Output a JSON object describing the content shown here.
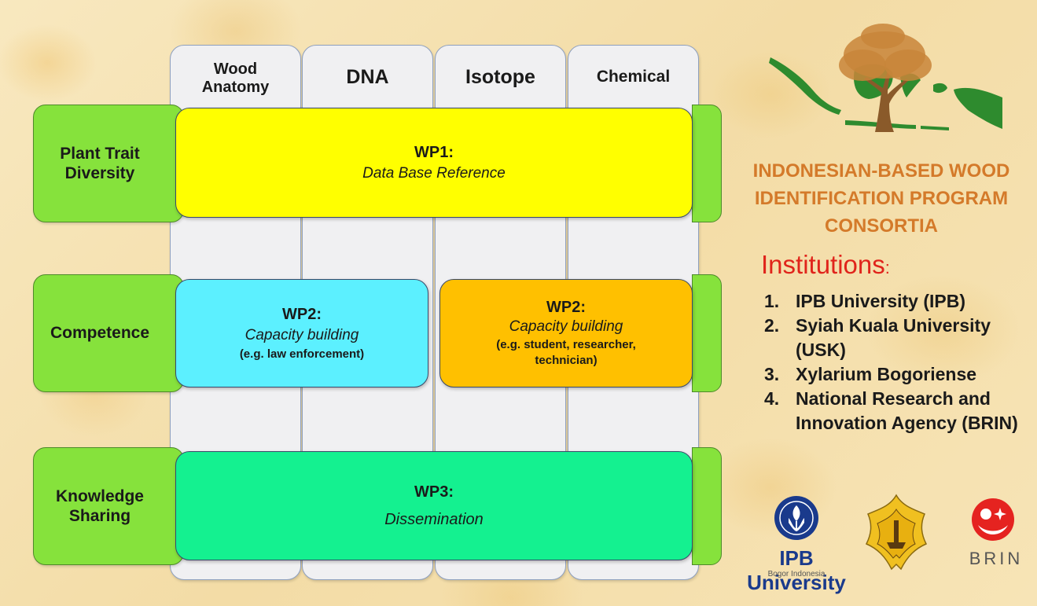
{
  "columns": [
    "Wood\nAnatomy",
    "DNA",
    "Isotope",
    "Chemical"
  ],
  "rows": [
    "Plant Trait\nDiversity",
    "Competence",
    "Knowledge\nSharing"
  ],
  "wp1": {
    "title": "WP1:",
    "subtitle": "Data Base Reference"
  },
  "wp2_left": {
    "title": "WP2:",
    "subtitle": "Capacity building",
    "note": "(e.g. law enforcement)"
  },
  "wp2_right": {
    "title": "WP2:",
    "subtitle": "Capacity building",
    "note": "(e.g. student, researcher, technician)"
  },
  "wp3": {
    "title": "WP3:",
    "subtitle": "Dissemination"
  },
  "consortium_title": "INDONESIAN-BASED WOOD IDENTIFICATION PROGRAM CONSORTIA",
  "institutions_heading": "Institutions",
  "institutions_colon": ":",
  "institutions": [
    {
      "num": "1.",
      "name": "IPB University (IPB)"
    },
    {
      "num": "2.",
      "name": "Syiah Kuala University (USK)"
    },
    {
      "num": "3.",
      "name": "Xylarium Bogoriense"
    },
    {
      "num": "4.",
      "name": "National Research and Innovation Agency (BRIN)"
    }
  ],
  "logos": {
    "ipb_name": "IPB University",
    "ipb_sub": "Bogor Indonesia",
    "brin_name": "BRIN"
  },
  "colors": {
    "row_label": "#86e23c",
    "wp1": "#ffff00",
    "wp2_left": "#5cf0ff",
    "wp2_right": "#ffc000",
    "wp3": "#14f190",
    "title_orange": "#d47a2a",
    "institutions_red": "#e0241b"
  }
}
